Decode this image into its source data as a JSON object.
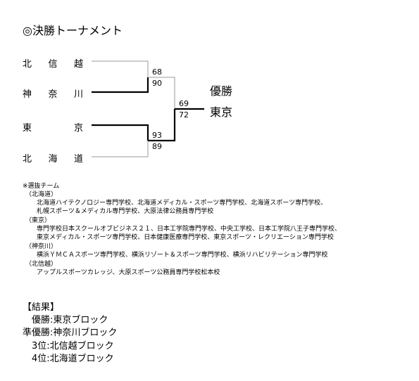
{
  "title": "◎決勝トーナメント",
  "teams": [
    {
      "chars": [
        "北",
        "信",
        "越"
      ]
    },
    {
      "chars": [
        "神",
        "奈",
        "川"
      ]
    },
    {
      "chars": [
        "東",
        "",
        "京"
      ]
    },
    {
      "chars": [
        "北",
        "海",
        "道"
      ]
    }
  ],
  "scores": {
    "sf1_top": "68",
    "sf1_bottom": "90",
    "sf2_top": "93",
    "sf2_bottom": "89",
    "final_top": "69",
    "final_bottom": "72"
  },
  "champion": {
    "label": "優勝",
    "name": "東京"
  },
  "notes": {
    "heading": "※選抜チーム",
    "groups": [
      {
        "region": "（北海道）",
        "lines": [
          "北海道ハイテクノロジー専門学校、北海道メディカル・スポーツ専門学校、北海道スポーツ専門学校、",
          "札幌スポーツ＆メディカル専門学校、大原法律公務員専門学校"
        ]
      },
      {
        "region": "（東京）",
        "lines": [
          "専門学校日本スクールオブビジネス２１、日本工学院専門学校、中央工学校、日本工学院八王子専門学校、",
          "東京メディカル・スポーツ専門学校、日本健康医療専門学校、東京スポーツ・レクリエーション専門学校"
        ]
      },
      {
        "region": "（神奈川）",
        "lines": [
          "横浜ＹＭＣＡスポーツ専門学校、横浜リゾート＆スポーツ専門学校、横浜リハビリテーション専門学校"
        ]
      },
      {
        "region": "（北信越）",
        "lines": [
          "アップルスポーツカレッジ、大原スポーツ公務員専門学校松本校"
        ]
      }
    ]
  },
  "results": {
    "heading": "【結果】",
    "lines": [
      "　優勝:東京ブロック",
      "準優勝:神奈川ブロック",
      "　3位:北信越ブロック",
      "　4位:北海道ブロック"
    ]
  }
}
